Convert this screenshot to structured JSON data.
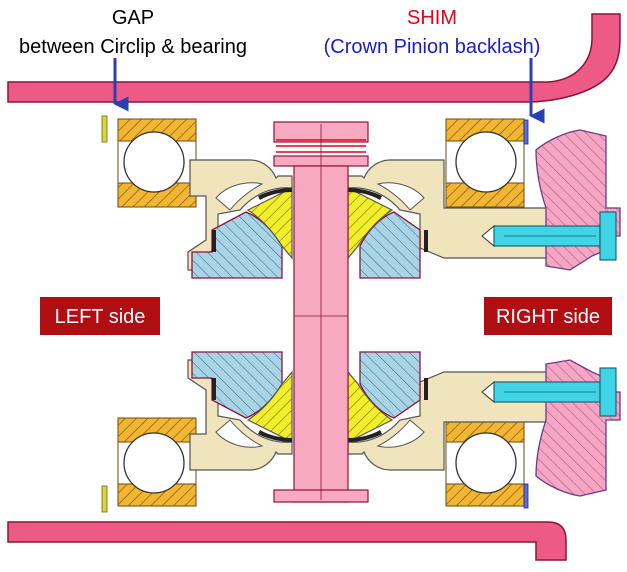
{
  "labels": {
    "gap_line1": "GAP",
    "gap_line2": "between Circlip & bearing",
    "shim_line1": "SHIM",
    "shim_line2": "(Crown Pinion backlash)",
    "left_side": "LEFT side",
    "right_side": "RIGHT side"
  },
  "colors": {
    "housing": "#ee5a86",
    "outline": "#8a1438",
    "bearing": "#f2b632",
    "carrier": "#efe4bc",
    "side_gear": "#a9d4e6",
    "pinion_gear": "#f3ee2a",
    "shaft": "#f7a9c2",
    "crown_gear": "#f4a6c4",
    "bolt": "#3fd4e6",
    "label_box": "#b00e12",
    "arrow": "#2a3fb0",
    "shim": "#5a6ee0",
    "circlip": "#d9d43a"
  },
  "icons": {
    "gap_arrow": "arrow-down-icon",
    "shim_arrow": "arrow-down-icon"
  }
}
